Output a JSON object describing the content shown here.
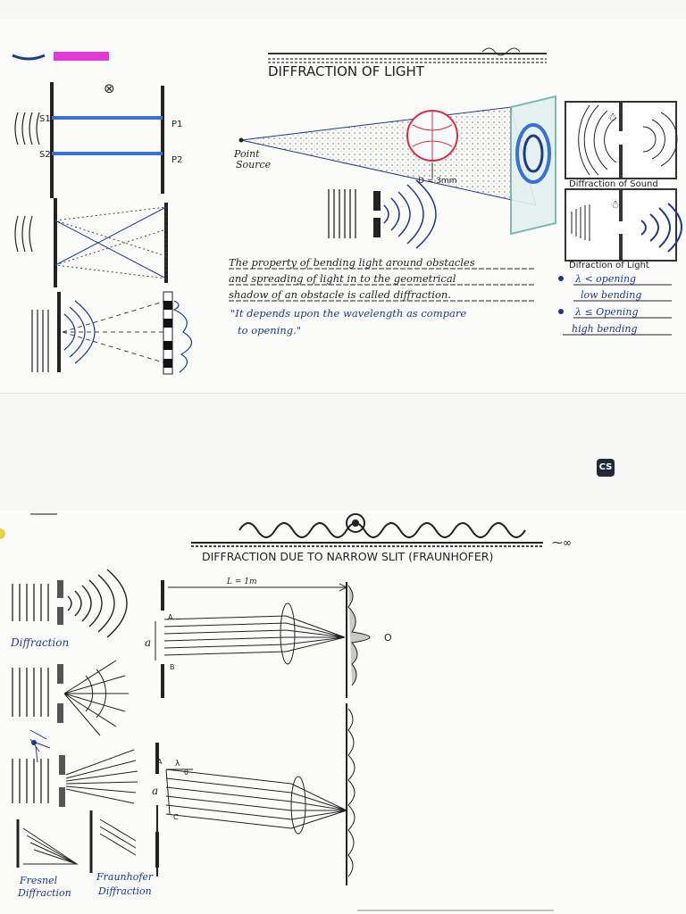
{
  "colors": {
    "ink": "#222222",
    "blue_ink": "#1d3a8a",
    "beam_blue": "#3a6fd8",
    "sphere_red": "#d62b4a",
    "badge_magenta": "#e23ad6",
    "cs_badge": "#1f2a36",
    "screen_teal": "#6fb3a4"
  },
  "page1": {
    "title": "DIFFRACTION OF LIGHT",
    "labels": {
      "s1": "S1",
      "s2": "S2",
      "p1": "P1",
      "p2": "P2",
      "point_source": "Point",
      "point_source_2": "Source",
      "d_label": "D = 3mm",
      "sound_caption": "Diffraction of Sound",
      "light_caption": "Difraction of Light",
      "circle_x": "⊗"
    },
    "definition_lines": [
      "The property of bending light around obstacles",
      "and spreading of light in to the geometrical",
      "shadow of an obstacle is called diffraction."
    ],
    "note_lines": [
      "\"It depends upon the wavelength as compare",
      "to opening.\""
    ],
    "bullets": [
      {
        "condition": "λ < opening",
        "result": "low bending"
      },
      {
        "condition": "λ ≤ Opening",
        "result": "high bending"
      }
    ]
  },
  "page2": {
    "title": "DIFFRACTION DUE TO NARROW SLIT (FRAUNHOFER)",
    "labels": {
      "l_label": "L = 1m",
      "a": "a",
      "A": "A",
      "B": "B",
      "C": "C",
      "O": "O",
      "lambda_half": "λ",
      "theta": "θ",
      "diffraction": "Diffraction",
      "fresnel_1": "Fresnel",
      "fresnel_2": "Diffraction",
      "fraunhofer_1": "Fraunhofer",
      "fraunhofer_2": "Diffraction"
    }
  },
  "badge": {
    "cs": "CS"
  }
}
